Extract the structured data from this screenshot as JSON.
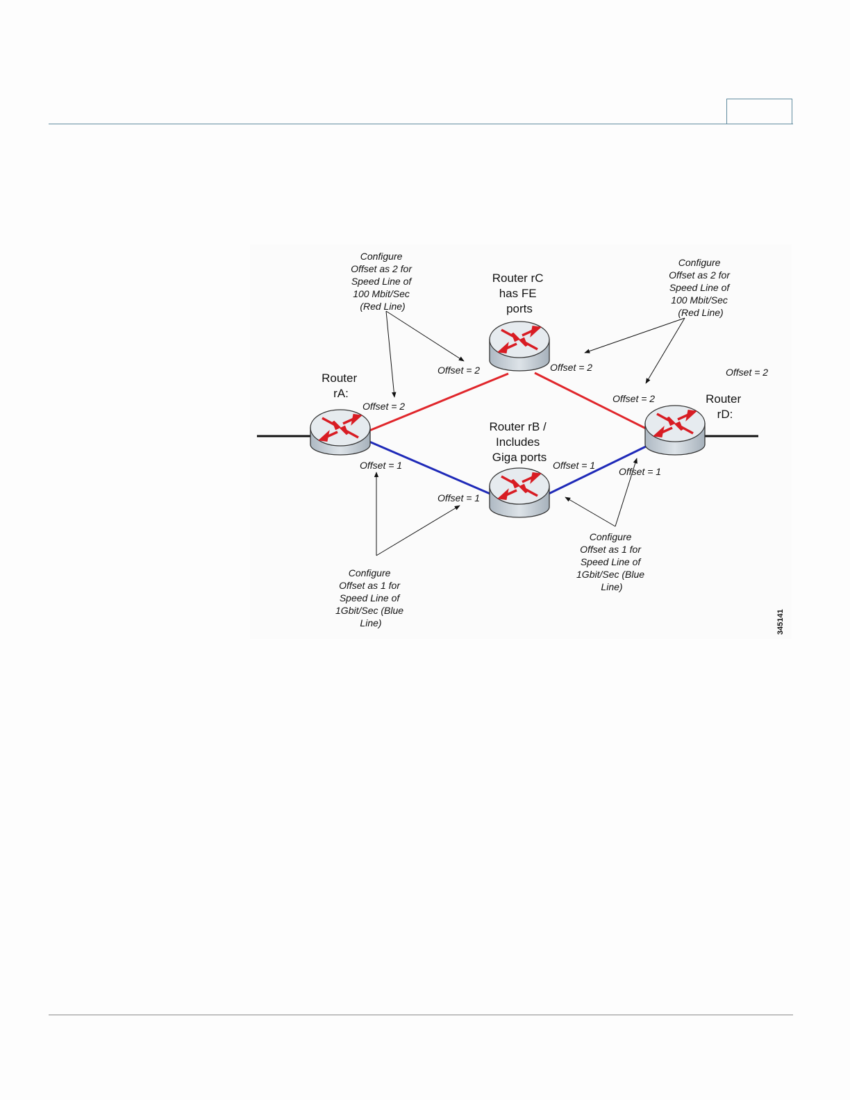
{
  "figure_id": "345141",
  "routers": {
    "rA": {
      "label": [
        "Router",
        "rA:"
      ]
    },
    "rB": {
      "label": [
        "Router rB /",
        "Includes",
        "Giga ports"
      ]
    },
    "rC": {
      "label": [
        "Router rC",
        "has FE",
        "ports"
      ]
    },
    "rD": {
      "label": [
        "Router",
        "rD:"
      ]
    }
  },
  "offsets": {
    "rc_left": "Offset = 2",
    "rc_right": "Offset = 2",
    "ra_red": "Offset = 2",
    "rd_red": "Offset = 2",
    "far_right": "Offset = 2",
    "ra_blue": "Offset = 1",
    "rb_left": "Offset = 1",
    "rb_right": "Offset = 1",
    "rd_blue": "Offset = 1"
  },
  "notes": {
    "top_left": [
      "Configure",
      "Offset as 2 for",
      "Speed Line of",
      "100 Mbit/Sec",
      "(Red Line)"
    ],
    "top_right": [
      "Configure",
      "Offset as 2 for",
      "Speed Line of",
      "100 Mbit/Sec",
      "(Red Line)"
    ],
    "bottom_left": [
      "Configure",
      "Offset as 1 for",
      "Speed Line of",
      "1Gbit/Sec (Blue",
      "Line)"
    ],
    "bottom_right": [
      "Configure",
      "Offset as 1 for",
      "Speed Line of",
      "1Gbit/Sec (Blue",
      "Line)"
    ]
  },
  "colors": {
    "red_line": "#e0262b",
    "blue_line": "#1f2ab8",
    "router_body": "#c5ced6",
    "router_top": "#e6ebef",
    "arrow_red": "#d81c23"
  }
}
